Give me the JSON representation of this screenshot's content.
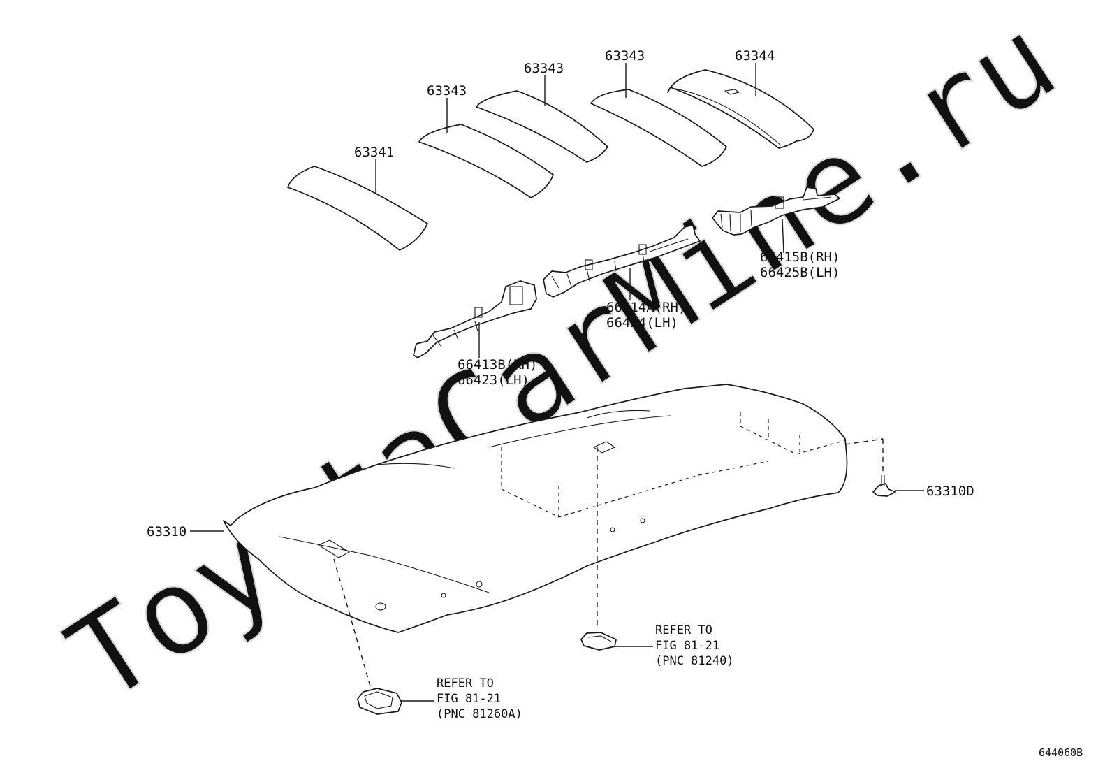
{
  "watermark": "ToyotaCarMine.ru",
  "figure_number": "644060B",
  "parts": {
    "insulator_front": "63341",
    "insulator_mid_1": "63343",
    "insulator_mid_2": "63343",
    "insulator_mid_3": "63343",
    "insulator_rear": "63344",
    "bracket_rear_rh": "66415B(RH)",
    "bracket_rear_lh": "66425B(LH)",
    "bracket_center_rh": "66414A(RH)",
    "bracket_center_lh": "66424(LH)",
    "bracket_front_rh": "66413B(RH)",
    "bracket_front_lh": "66423(LH)",
    "headlining": "63310",
    "clip": "63310D"
  },
  "references": {
    "map_lamp": {
      "line1": "REFER TO",
      "line2": "FIG 81-21",
      "line3": "(PNC 81260A)"
    },
    "room_lamp": {
      "line1": "REFER TO",
      "line2": "FIG 81-21",
      "line3": "(PNC 81240)"
    }
  }
}
